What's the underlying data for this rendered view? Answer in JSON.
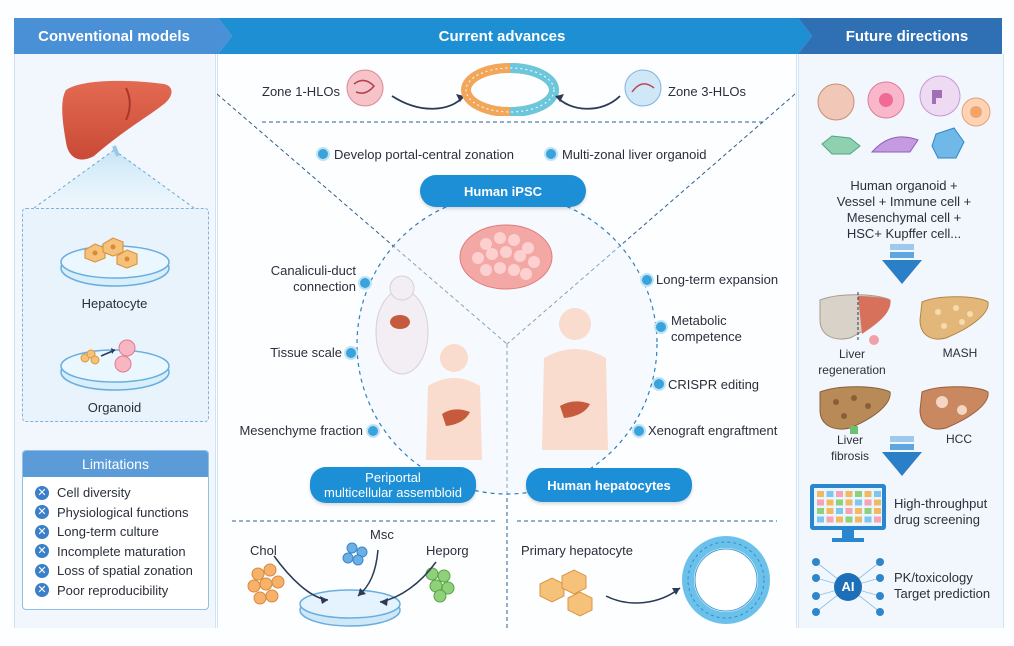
{
  "headers": {
    "left": "Conventional models",
    "middle": "Current advances",
    "right": "Future directions"
  },
  "left": {
    "hepatocyte": "Hepatocyte",
    "organoid": "Organoid",
    "limitations_title": "Limitations",
    "limitations": [
      "Cell diversity",
      "Physiological functions",
      "Long-term culture",
      "Incomplete maturation",
      "Loss of spatial zonation",
      "Poor reproducibility"
    ]
  },
  "middle": {
    "zone1": "Zone 1-HLOs",
    "zone3": "Zone 3-HLOs",
    "portal_central": "Develop portal-central zonation",
    "multizonal": "Multi-zonal liver organoid",
    "human_ipsc": "Human iPSC",
    "canaliculi_line1": "Canaliculi-duct",
    "canaliculi_line2": "connection",
    "tissue_scale": "Tissue scale",
    "mesenchyme": "Mesenchyme fraction",
    "longterm": "Long-term expansion",
    "metabolic_line1": "Metabolic",
    "metabolic_line2": "competence",
    "crispr": "CRISPR editing",
    "xenograft": "Xenograft engraftment",
    "periportal_line1": "Periportal",
    "periportal_line2": "multicellular assembloid",
    "human_hepatocytes": "Human hepatocytes",
    "chol": "Chol",
    "msc": "Msc",
    "heporg": "Heporg",
    "primary_hepatocyte": "Primary hepatocyte"
  },
  "right": {
    "combo": [
      "Human organoid +",
      "Vessel + Immune cell +",
      "Mesenchymal cell +",
      "HSC+ Kupffer cell..."
    ],
    "liver_regeneration_line1": "Liver",
    "liver_regeneration_line2": "regeneration",
    "mash": "MASH",
    "liver_fibrosis_line1": "Liver",
    "liver_fibrosis_line2": "fibrosis",
    "hcc": "HCC",
    "htp_line1": "High-throughput",
    "htp_line2": "drug screening",
    "ai_label": "AI",
    "pk_line1": "PK/toxicology",
    "pk_line2": "Target  prediction"
  },
  "colors": {
    "banner_left": "#4a90d6",
    "banner_mid": "#1f8fd3",
    "banner_right": "#2f6fb3",
    "accent": "#1d8fd6"
  }
}
